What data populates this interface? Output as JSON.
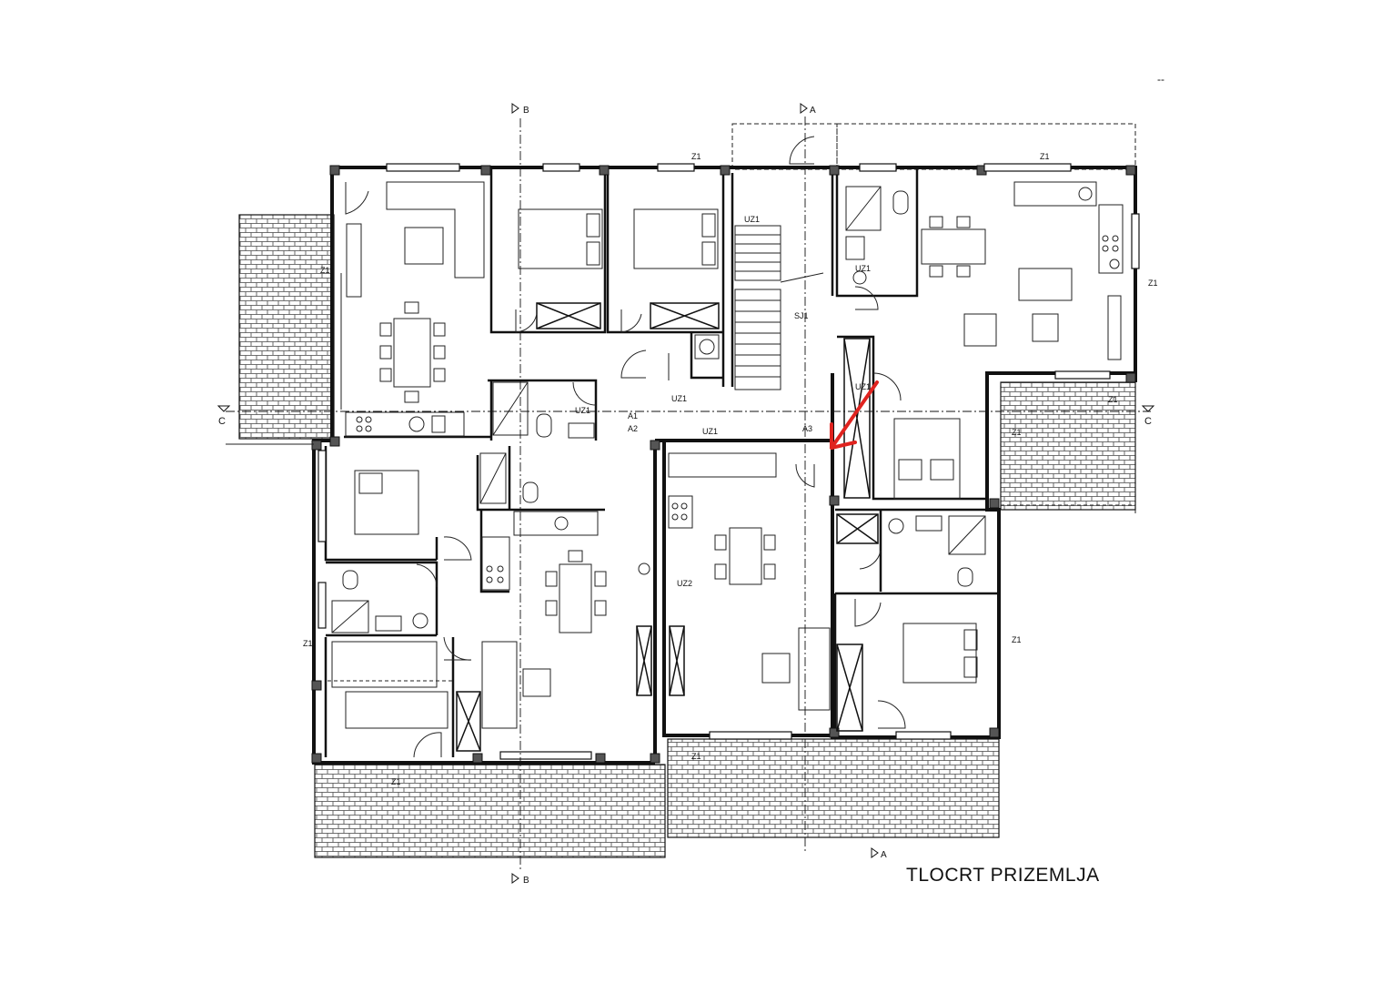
{
  "title": "TLOCRT PRIZEMLJA",
  "corner_mark": "--",
  "sections": {
    "a": "A",
    "b": "B",
    "c": "C"
  },
  "labels": {
    "z1": "Z1",
    "uz1": "UZ1",
    "uz2": "UZ2",
    "sj1": "SJ1",
    "a1": "A1",
    "a2": "A2",
    "a3": "A3"
  },
  "colors": {
    "line": "#111111",
    "hatch": "#333333",
    "arrow": "#e0231f"
  }
}
